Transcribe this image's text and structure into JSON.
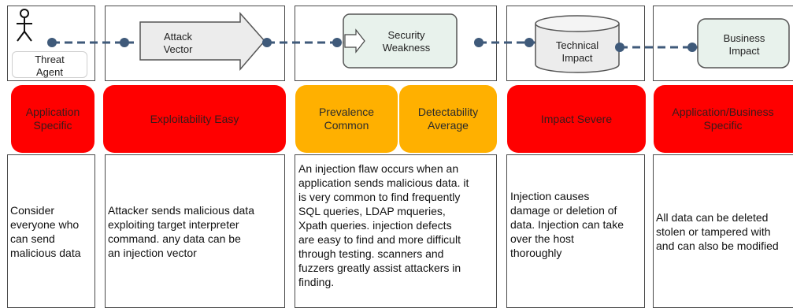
{
  "flow": {
    "threat_agent": "Threat\nAgent",
    "attack_vector": "Attack\nVector",
    "security_weakness": "Security\nWeakness",
    "technical_impact": "Technical\nImpact",
    "business_impact": "Business\nImpact"
  },
  "ratings": {
    "application_specific": "Application\nSpecific",
    "exploitability": "Exploitability Easy",
    "prevalence": "Prevalence\nCommon",
    "detectability": "Detectability\nAverage",
    "impact": "Impact Severe",
    "business_specific": "Application/Business\nSpecific"
  },
  "descriptions": {
    "threat_agent": "Consider\neveryone who\ncan send\nmalicious data",
    "attack_vector": "Attacker sends malicious data\nexploiting target interpreter\ncommand. any data can be\nan injection vector",
    "security_weakness": "An injection flaw occurs when an\napplication sends malicious data. it\nis very common to find frequently\nSQL queries, LDAP mqueries,\nXpath queries. injection defects\nare easy to find and more difficult\nthrough testing. scanners and\nfuzzers greatly assist attackers in\nfinding.",
    "technical_impact": "Injection causes\ndamage or deletion of\ndata. Injection can take\nover the host\nthoroughly",
    "business_impact": "All data can be deleted\nstolen or tampered with\nand can also be modified"
  },
  "colors": {
    "severe": "#ff0000",
    "moderate": "#ffb000",
    "connector": "#3f5a7a"
  },
  "icons": [
    "stick-figure-icon",
    "arrow-shape-icon",
    "cylinder-icon"
  ]
}
